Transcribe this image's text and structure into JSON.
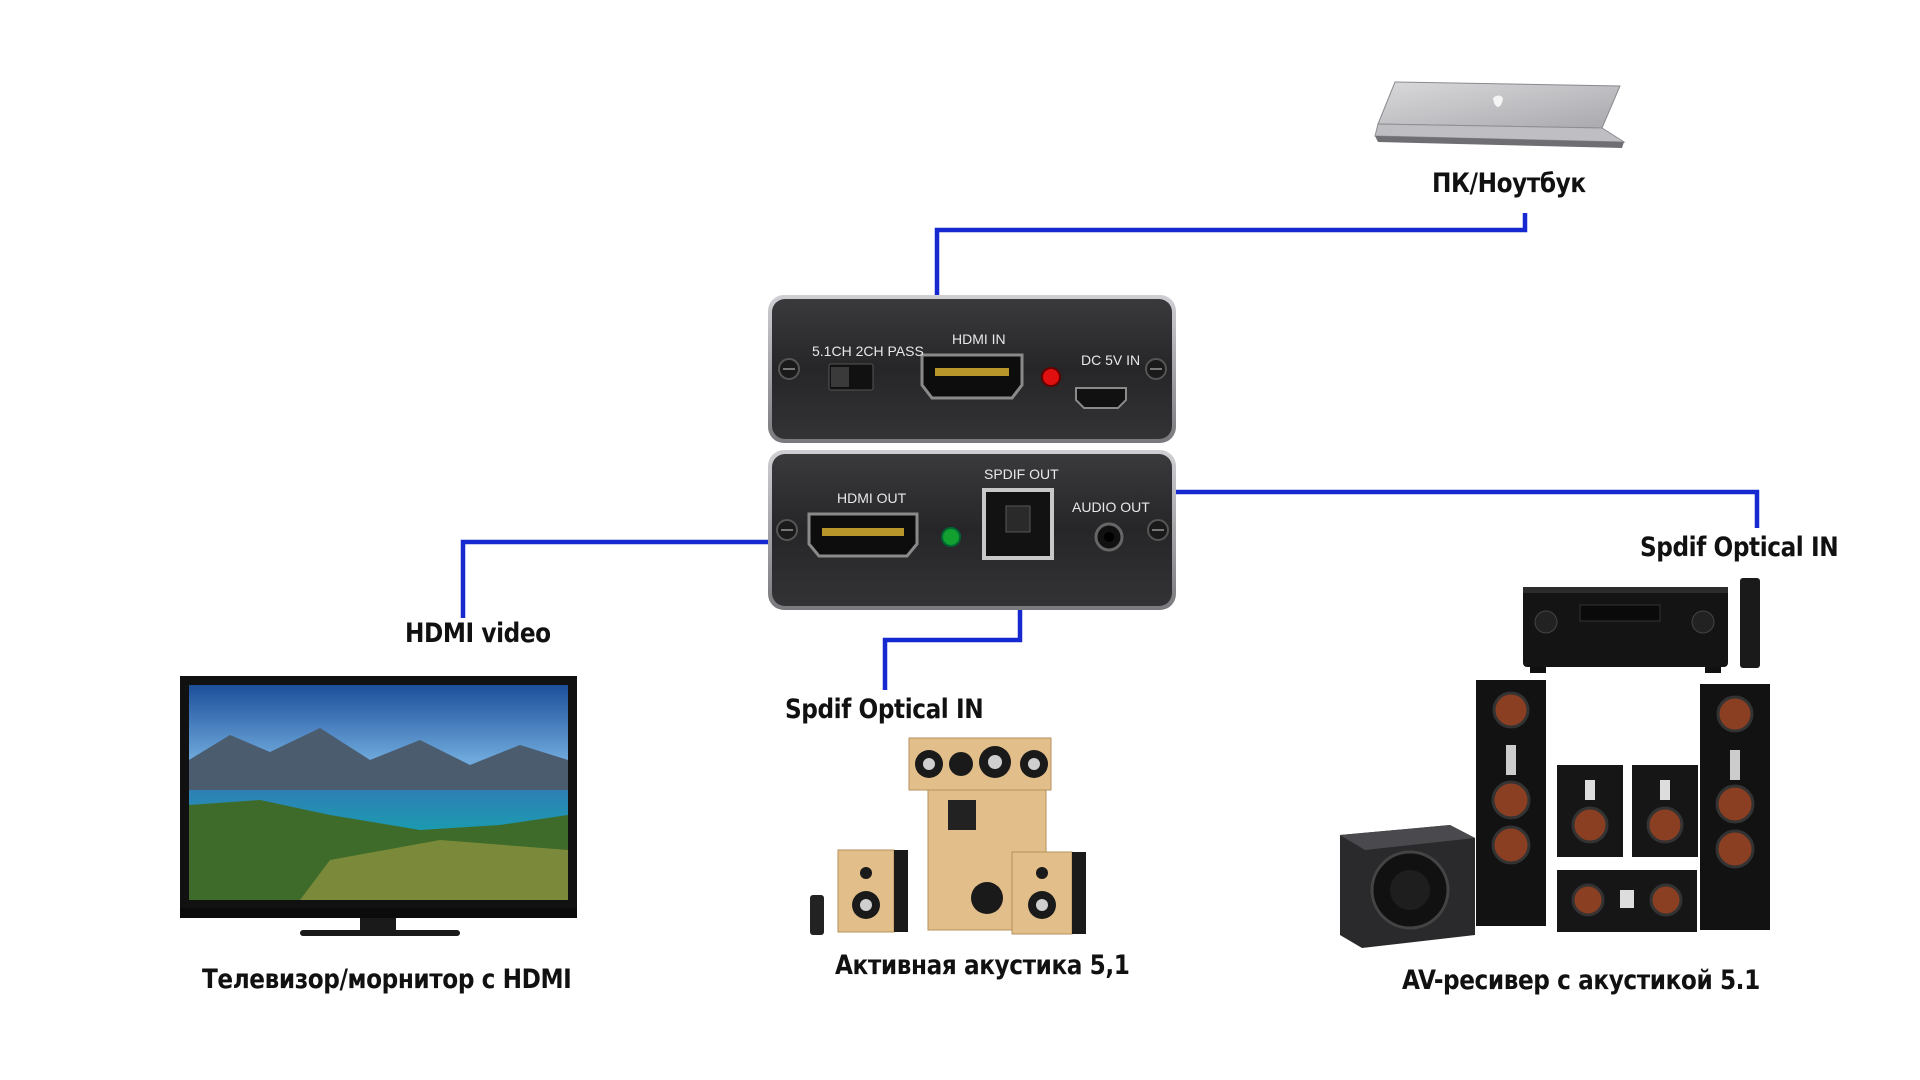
{
  "colors": {
    "cable": "#1628d0",
    "panel_dark": "#2a2a2c",
    "panel_edge": "#9a9a9e",
    "wood": "#e2bf8a",
    "led_red": "#e01010",
    "led_green": "#12a030"
  },
  "labels": {
    "pc": "ПК/Ноутбук",
    "hdmi_video": "HDMI video",
    "spdif_left": "Spdif Optical IN",
    "spdif_right": "Spdif Optical IN",
    "tv": "Телевизор/морнитор с HDMI",
    "active_speakers": "Активная акустика 5,1",
    "av_receiver": "AV-ресивер с акустикой 5.1"
  },
  "device": {
    "top_panel": {
      "switch_label": "5.1CH  2CH PASS",
      "hdmi_in_label": "HDMI IN",
      "dc_label": "DC 5V IN"
    },
    "bottom_panel": {
      "hdmi_out_label": "HDMI OUT",
      "spdif_out_label": "SPDIF OUT",
      "audio_out_label": "AUDIO OUT"
    }
  },
  "icons": {
    "laptop": "laptop-icon",
    "tv": "tv-icon",
    "speakers": "speaker-system-icon",
    "receiver": "av-receiver-icon",
    "remote": "remote-icon",
    "subwoofer": "subwoofer-icon"
  }
}
